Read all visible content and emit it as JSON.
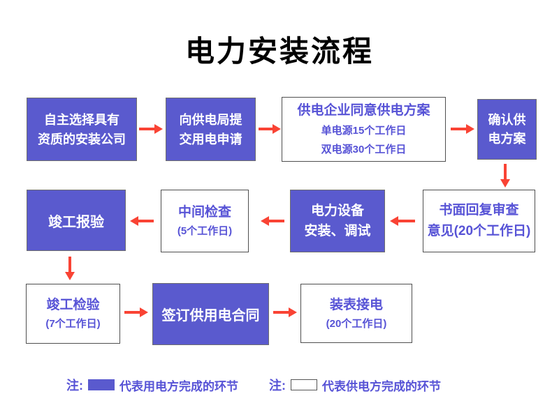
{
  "page": {
    "title": "电力安装流程"
  },
  "flow": {
    "steps": [
      {
        "name": "select-installer",
        "style": "purple",
        "lines": [
          "自主选择具有",
          "资质的安装公司"
        ]
      },
      {
        "name": "submit-application",
        "style": "purple",
        "lines": [
          "向供电局提",
          "交用电申请"
        ]
      },
      {
        "name": "utility-approves-plan",
        "style": "white",
        "lines": [
          "供电企业同意供电方案",
          "单电源15个工作日",
          "双电源30个工作日"
        ]
      },
      {
        "name": "confirm-plan",
        "style": "purple",
        "lines": [
          "确认供",
          "电方案"
        ]
      },
      {
        "name": "written-review-reply",
        "style": "white",
        "lines": [
          "书面回复审查",
          "意见(20个工作日)"
        ]
      },
      {
        "name": "equipment-install-debug",
        "style": "purple",
        "lines": [
          "电力设备",
          "安装、调试"
        ]
      },
      {
        "name": "intermediate-inspection",
        "style": "white",
        "lines": [
          "中间检查",
          "(5个工作日)"
        ]
      },
      {
        "name": "completion-report",
        "style": "purple",
        "lines": [
          "竣工报验"
        ]
      },
      {
        "name": "completion-inspection",
        "style": "white",
        "lines": [
          "竣工检验",
          "(7个工作日)"
        ]
      },
      {
        "name": "sign-supply-contract",
        "style": "purple",
        "lines": [
          "签订供用电合同"
        ]
      },
      {
        "name": "meter-install-connect",
        "style": "white",
        "lines": [
          "装表接电",
          "(20个工作日)"
        ]
      }
    ]
  },
  "legend": {
    "note1": {
      "prefix": "注:",
      "label": "代表用电方完成的环节",
      "swatch": "purple"
    },
    "note2": {
      "prefix": "注:",
      "label": "代表供电方完成的环节",
      "swatch": "white"
    }
  },
  "icons": {
    "arrow_right": "→",
    "arrow_left": "←",
    "arrow_down": "↓"
  },
  "colors": {
    "box_fill_purple": "#5a5ace",
    "box_text_on_purple": "#ffffff",
    "text_purple": "#5753d6",
    "arrow_red": "#f94334",
    "border_gray": "#4f4f4f",
    "title_black": "#000000",
    "background": "#ffffff"
  }
}
